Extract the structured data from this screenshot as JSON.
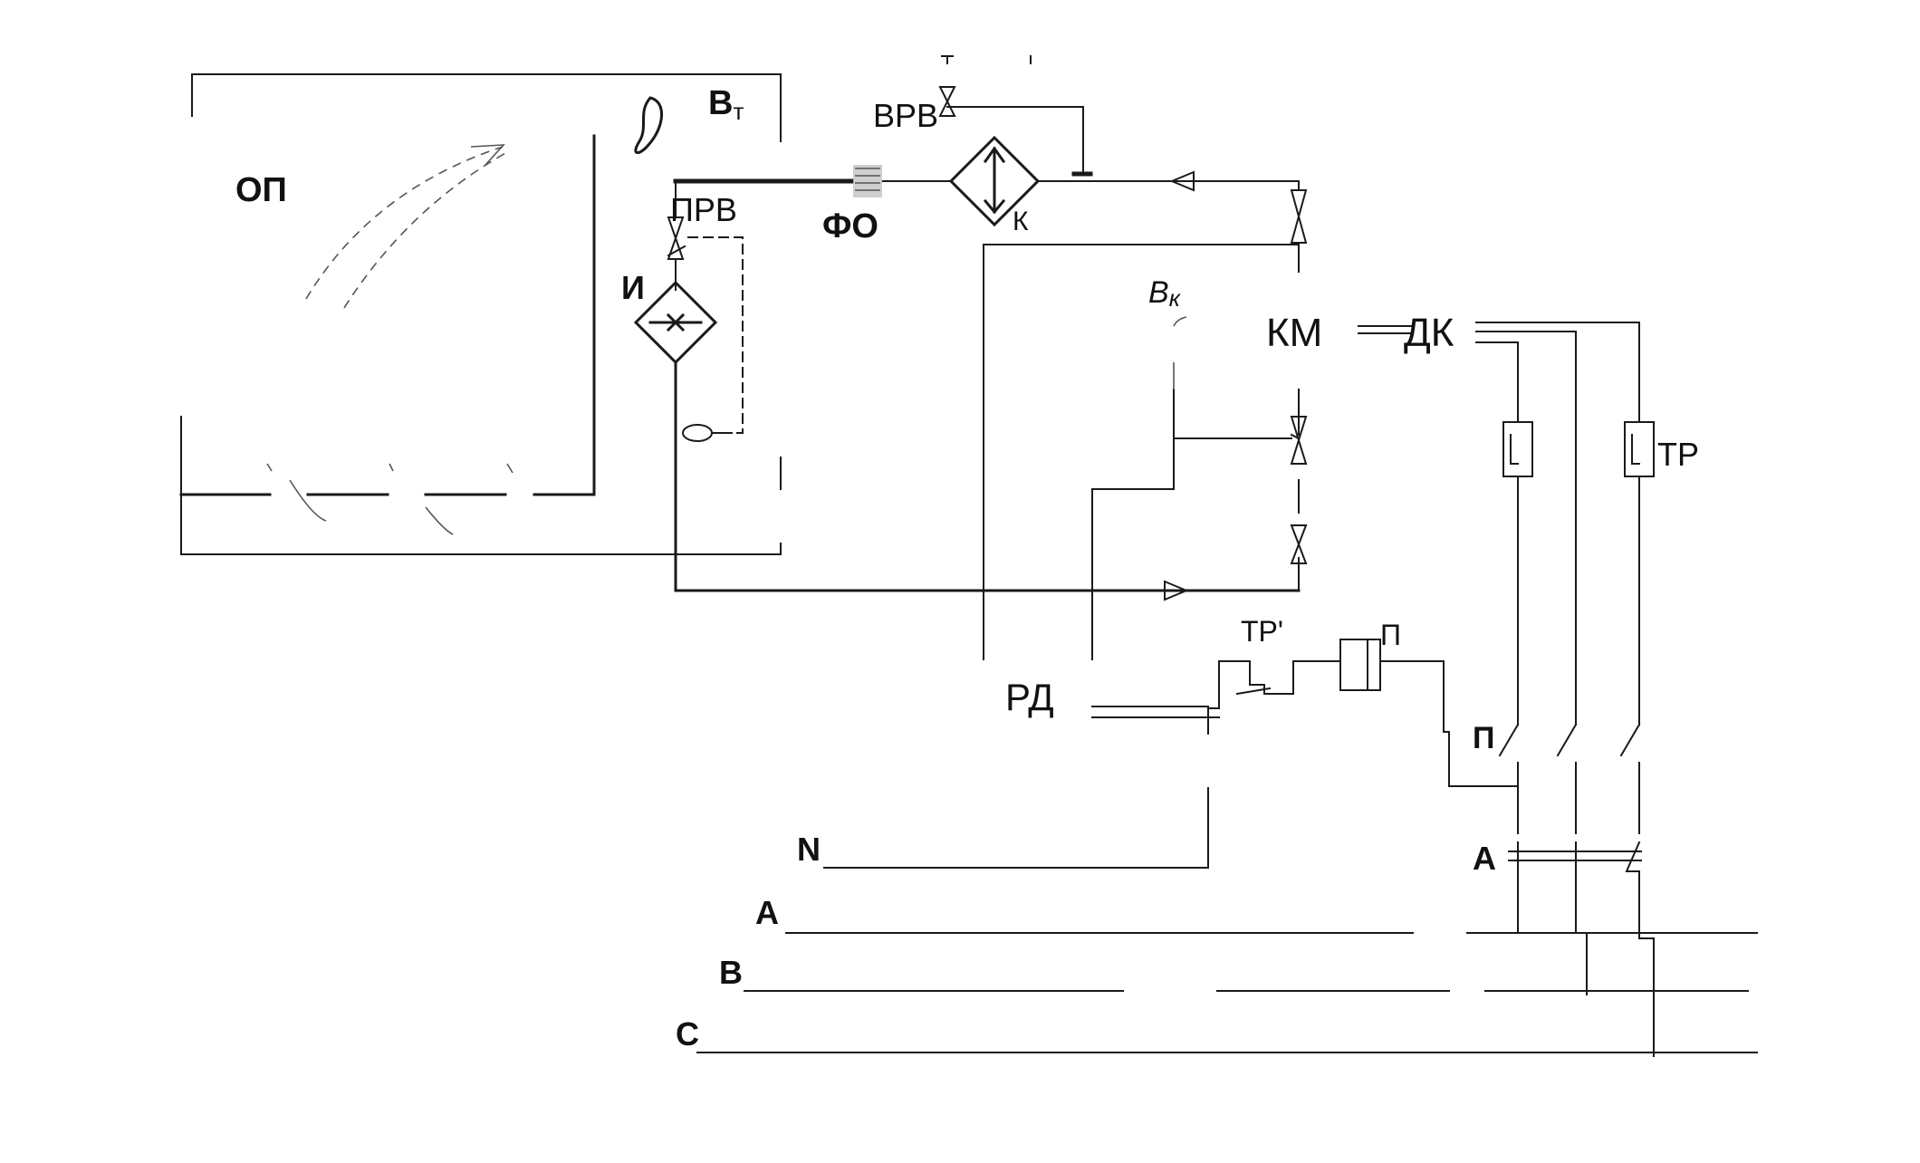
{
  "diagram": {
    "labels": {
      "op": "ОП",
      "vt_main": "В",
      "vt_sub": "т",
      "prv": "ПРВ",
      "i": "И",
      "fo": "ФО",
      "vrv": "ВРВ",
      "k": "К",
      "vk_main": "В",
      "vk_sub": "к",
      "km": "КМ",
      "dk": "ДК",
      "tr": "ТР",
      "tr_prime": "ТР'",
      "p_coil": "П",
      "rd": "РД",
      "p_contact": "П",
      "a_switch": "А",
      "n": "N",
      "a": "A",
      "b": "B",
      "c": "C"
    }
  }
}
